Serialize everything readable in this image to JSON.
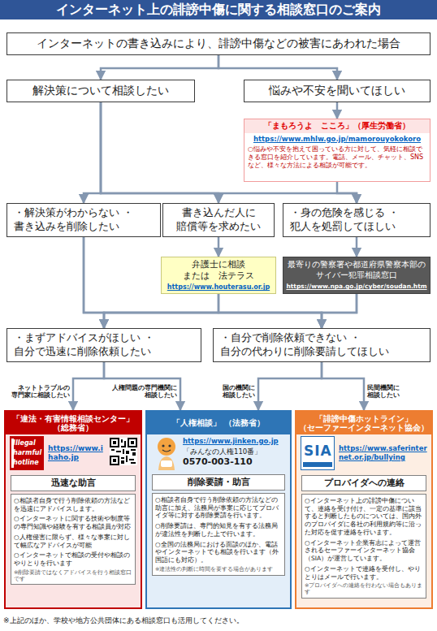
{
  "diagram": {
    "title": "インターネット上の誹謗中傷に関する相談窓口のご案内",
    "caption": "※上記のほか、学校や地方公共団体にある相談窓口も活用してください。",
    "nodes": [
      {
        "text": [
          "インターネットの書き込みにより、誹謗中傷などの被害にあわれた場合"
        ]
      },
      {
        "text": [
          "解決策について相談したい"
        ]
      },
      {
        "text": [
          "悩みや不安を聞いてほしい"
        ]
      },
      {
        "text": [
          "「まもろうよ　こころ」（厚生労働省）",
          "https://www.mhlw.go.jp/mamorouyokokoro",
          "○悩みや不安を抱えて困っている方に対して、気軽に相談できる窓口を紹介しています。電話、メール、チャット、SNSなど、様々な方法による相談が可能です。"
        ]
      },
      {
        "text": [
          "・解決策がわからない ・書き込みを削除したい"
        ]
      },
      {
        "text": [
          "書き込んだ人に 賠償等を求めたい"
        ]
      },
      {
        "text": [
          "・身の危険を感じる ・犯人を処罰してほしい"
        ]
      },
      {
        "text": [
          "弁護士に相談 または　法テラス",
          "https://www.houterasu.or.jp"
        ]
      },
      {
        "text": [
          "最寄りの警察署や都道府県警察本部のサイバー犯罪相談窓口",
          "https://www.npa.go.jp/cyber/soudan.htm"
        ]
      },
      {
        "text": [
          "・まずアドバイスがほしい ・自分で迅速に削除依頼したい"
        ]
      },
      {
        "text": [
          "・自分で削除依頼できない ・自分の代わりに削除要請してほしい"
        ]
      },
      {
        "text": [
          "「違法・有害情報相談センター」 （総務省）",
          "https://www.ihaho.jp"
        ]
      },
      {
        "text": [
          "迅速な助言"
        ],
        "in": 11
      },
      {
        "text": [
          "○相談者自身で行う削除依頼の方法などを迅速にアドバイスします。",
          "○インターネットに関する技術や制度等の専門知識や経験を有する相談員が対応",
          "○人権侵害に限らず、様々な事案に対して幅広なアドバイスが可能",
          "○インターネットで相談の受付や相談のやりとりを行います",
          "※削除要請ではなくアドバイスを行う相談窓口です"
        ],
        "in": 11
      },
      {
        "text": [
          "「人権相談」 （法務省）",
          "https://www.jinken.go.jp",
          "「みんなの人権110番」",
          "0570-003-110"
        ]
      },
      {
        "text": [
          "削除要請・助言"
        ],
        "in": 14
      },
      {
        "text": [
          "○相談者自身で行う削除依頼の方法などの助言に加え、法務局が事案に応じてプロバイダ等に対する削除要請を行います。",
          "○削除要請は、専門的知見を有する法務局が違法性を判断した上で行います。",
          "○全国の法務局における面談のほか、電話やインターネットでも相談を行います（外国語にも対応）。",
          "※違法性の判断に時間を要する場合があります"
        ],
        "in": 14
      },
      {
        "text": [
          "「誹謗中傷ホットライン」 （セーファーインターネット協会）",
          "https://www.saferinternet.or.jp/bullying"
        ]
      },
      {
        "text": [
          "プロバイダへの連絡"
        ],
        "in": 17
      },
      {
        "text": [
          "○インターネット上の誹謗中傷について、連絡を受け付け、一定の基準に該当すると判断したものについては、国内外のプロバイダに各社の利用規約等に沿った対応を促す連絡を行います。",
          "○インターネット企業有志によって運営されるセーファーインターネット協会（SIA）が運営しています。",
          "○インターネットで連絡を受付し、やりとりはメールで行います。",
          "※プロバイダへの連絡を行わない場合もあります"
        ],
        "in": 17
      }
    ],
    "edges": [
      {
        "from": 0,
        "to": 1,
        "arrow": "to"
      },
      {
        "from": 0,
        "to": 2,
        "arrow": "to"
      },
      {
        "from": 1,
        "to": 4,
        "arrow": "to"
      },
      {
        "from": 1,
        "to": 5,
        "arrow": "to"
      },
      {
        "from": 1,
        "to": 6,
        "arrow": "to"
      },
      {
        "from": 2,
        "to": 3,
        "arrow": "to"
      },
      {
        "from": 3,
        "to": 6,
        "arrow": "to"
      },
      {
        "from": 5,
        "to": 7,
        "arrow": "to"
      },
      {
        "from": 6,
        "to": 8,
        "arrow": "to"
      },
      {
        "from": 4,
        "to": 9,
        "arrow": "to"
      },
      {
        "from": 4,
        "to": 10,
        "arrow": "to"
      },
      {
        "from": 7,
        "to": 9,
        "arrow": "to"
      },
      {
        "from": 7,
        "to": 10,
        "arrow": "to"
      },
      {
        "from": 8,
        "to": 9,
        "arrow": "to"
      },
      {
        "from": 8,
        "to": 10,
        "arrow": "to"
      },
      {
        "from": 9,
        "to": 11,
        "label": "ネットトラブルの 専門家に相談したい",
        "arrow": "to"
      },
      {
        "from": 9,
        "to": 14,
        "label": "人権問題の専門機関に 相談したい",
        "arrow": "to"
      },
      {
        "from": 10,
        "to": 14,
        "label": "国の機関に 相談したい",
        "arrow": "to"
      },
      {
        "from": 10,
        "to": 17,
        "label": "民間機関に 相談したい",
        "arrow": "to"
      }
    ],
    "labels": [
      "Illegal",
      "harmful",
      "hotline",
      "SIA"
    ]
  }
}
